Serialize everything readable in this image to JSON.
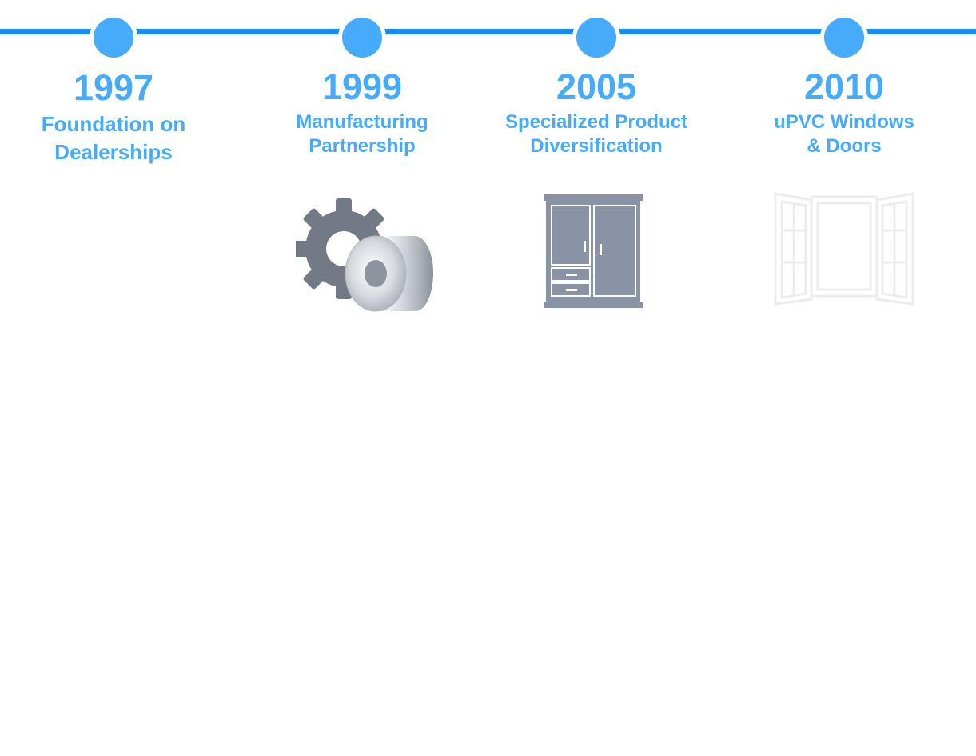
{
  "timeline": {
    "milestones": [
      {
        "year": "1997",
        "title_line1": "Foundation on",
        "title_line2": "Dealerships",
        "icon": "none"
      },
      {
        "year": "1999",
        "title_line1": "Manufacturing",
        "title_line2": "Partnership",
        "icon": "gear-and-steel-coil-icon"
      },
      {
        "year": "2005",
        "title_line1": "Specialized Product",
        "title_line2": "Diversification",
        "icon": "wardrobe-icon"
      },
      {
        "year": "2010",
        "title_line1": "uPVC Windows",
        "title_line2": "& Doors",
        "icon": "window-icon"
      }
    ],
    "colors": {
      "line": "#1a8cf0",
      "node": "#45abfa",
      "text": "#45abfa",
      "icon_gray": "#8a93a5"
    }
  }
}
